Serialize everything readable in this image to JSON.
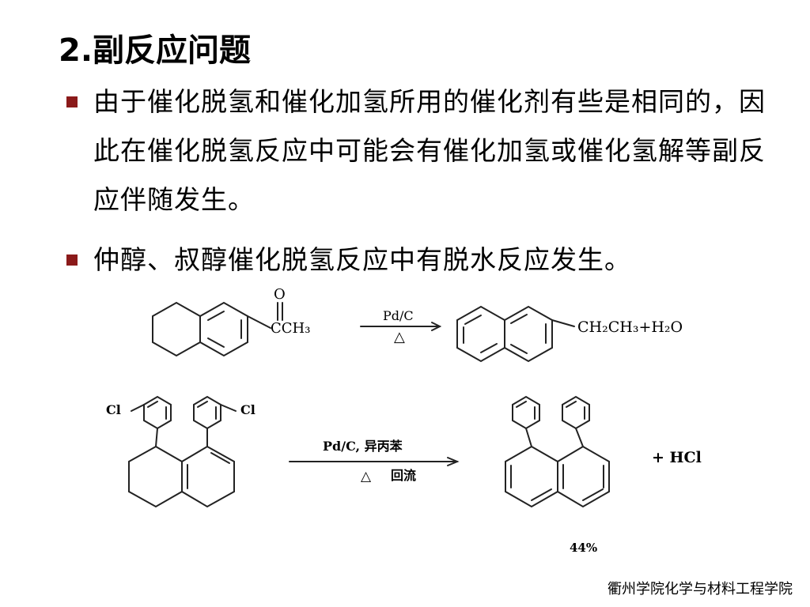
{
  "title": "2.副反应问题",
  "bullets": [
    "由于催化脱氢和催化加氢所用的催化剂有些是相同的，因此在催化脱氢反应中可能会有催化加氢或催化氢解等副反应伴随发生。",
    "仲醇、叔醇催化脱氢反应中有脱水反应发生。"
  ],
  "reaction1": {
    "reactant_label": "CCH₃",
    "carbonyl_O": "O",
    "reagent": "Pd/C",
    "condition": "△",
    "product_label": "CH₂CH₃+H₂O"
  },
  "reaction2": {
    "substituent": "Cl",
    "reagent": "Pd/C, 异丙苯",
    "condition_symbol": "△",
    "condition_text": "回流",
    "byproduct": "+ HCl",
    "yield": "44%"
  },
  "footer": "衢州学院化学与材料工程学院"
}
